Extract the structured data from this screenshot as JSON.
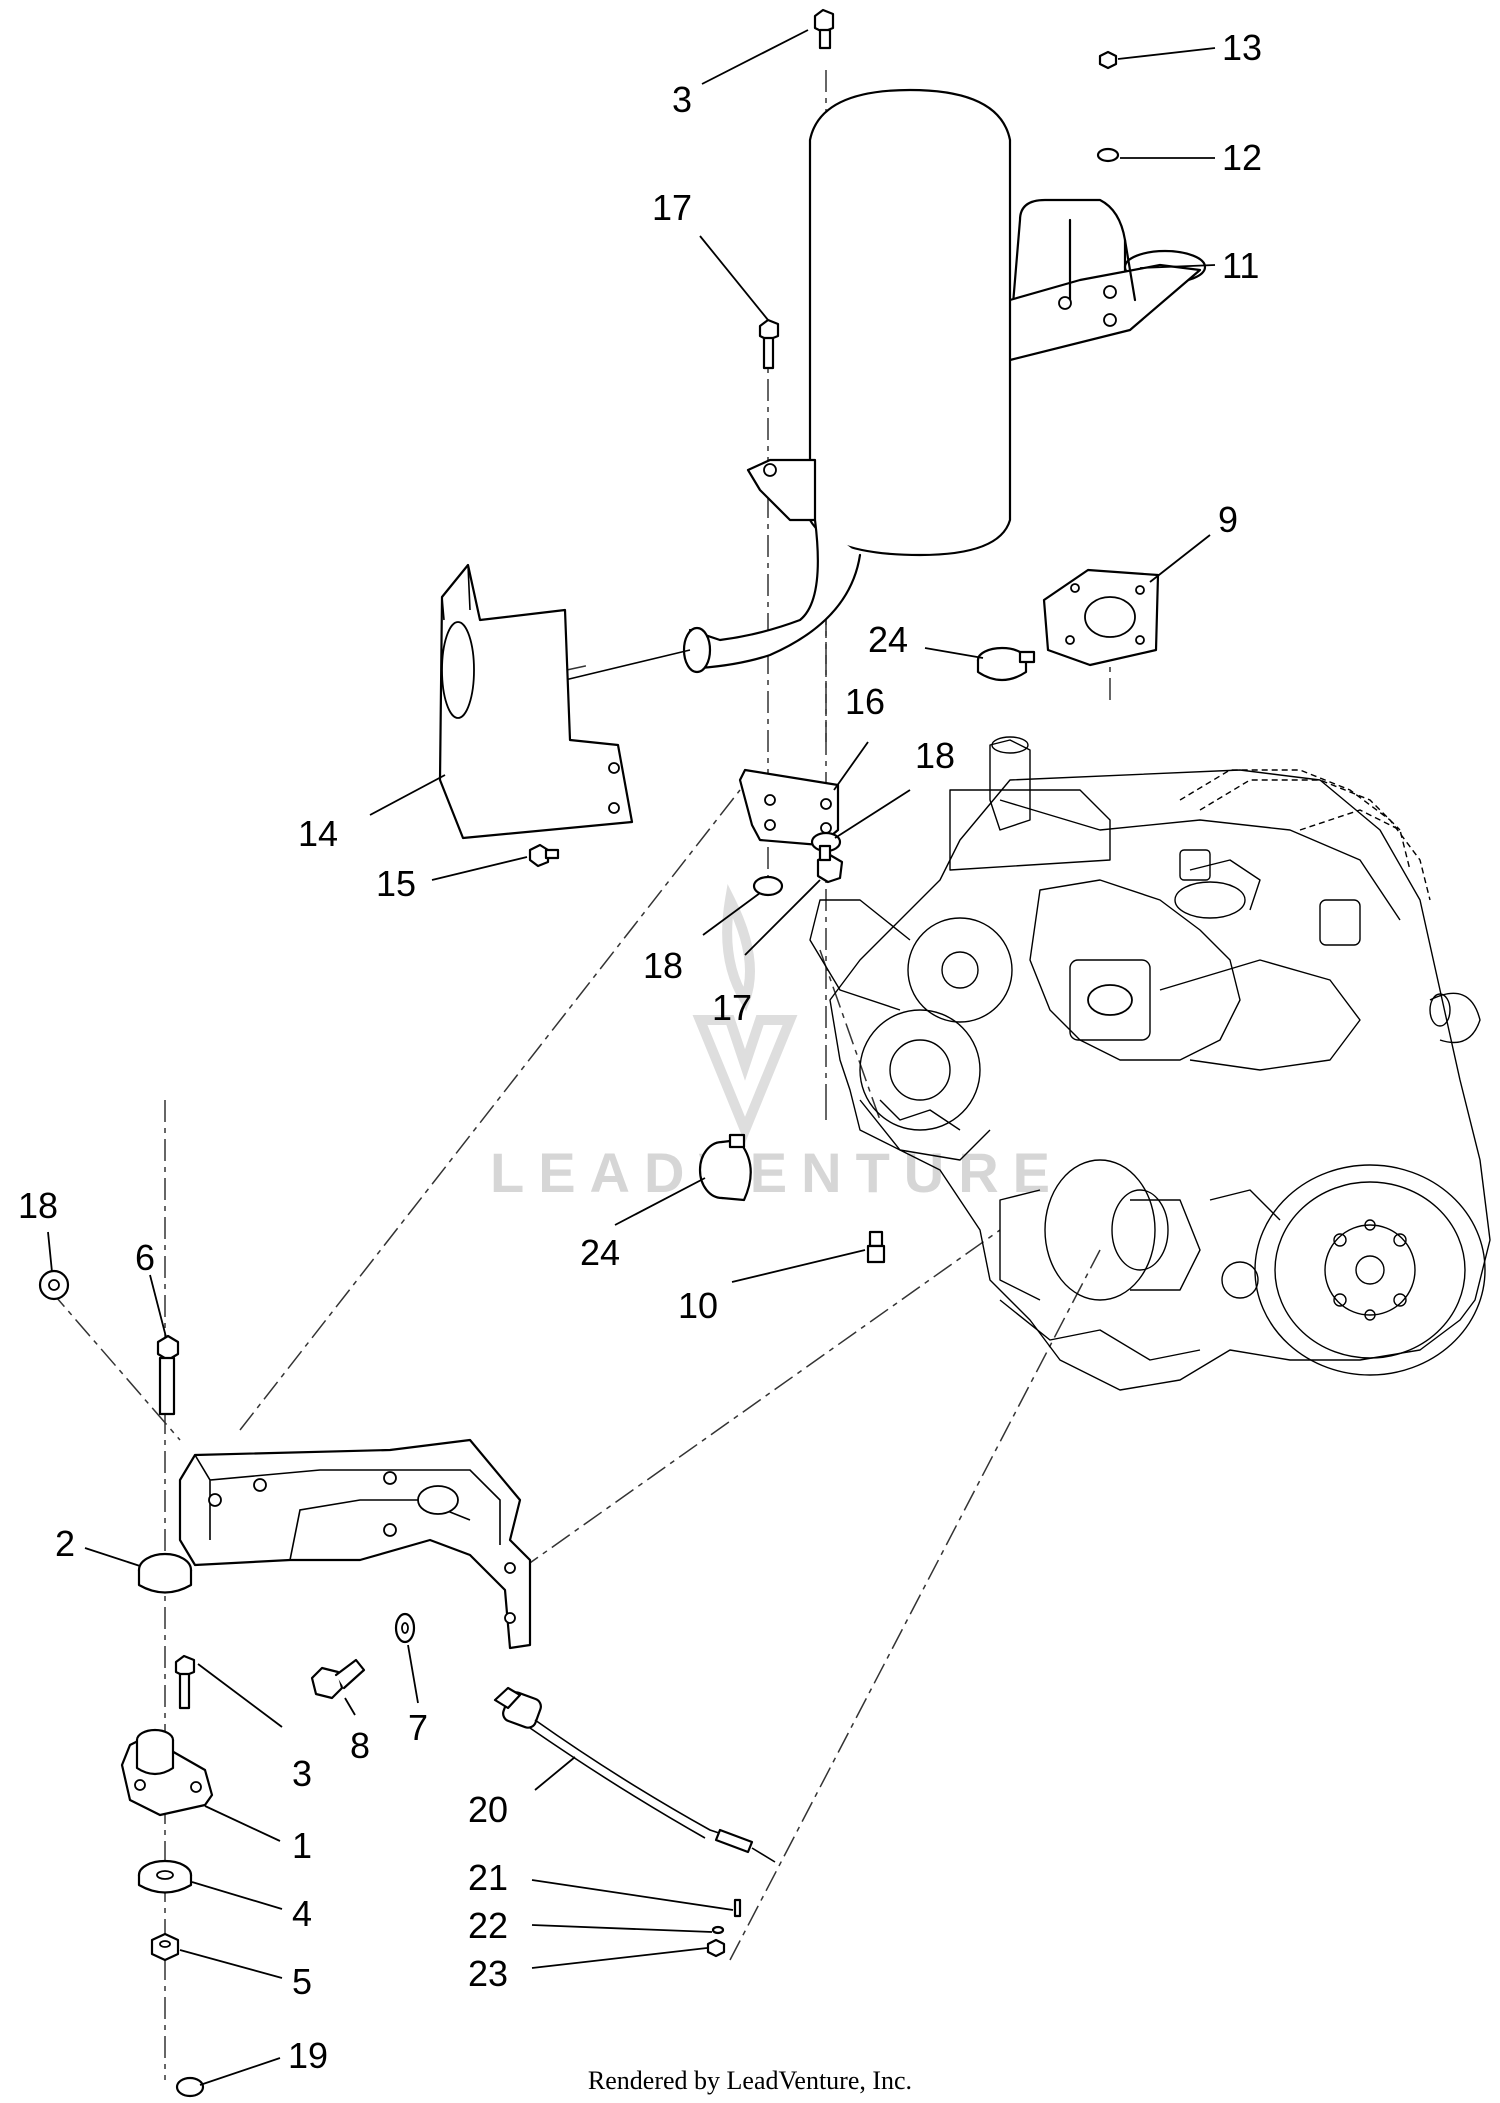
{
  "callouts": {
    "c1": "1",
    "c2": "2",
    "c3a": "3",
    "c3b": "3",
    "c4": "4",
    "c5": "5",
    "c6": "6",
    "c7": "7",
    "c8": "8",
    "c9": "9",
    "c10": "10",
    "c11": "11",
    "c12": "12",
    "c13": "13",
    "c14": "14",
    "c15": "15",
    "c16": "16",
    "c17a": "17",
    "c17b": "17",
    "c18a": "18",
    "c18b": "18",
    "c18c": "18",
    "c19": "19",
    "c20": "20",
    "c21": "21",
    "c22": "22",
    "c23": "23",
    "c24a": "24",
    "c24b": "24"
  },
  "watermark": {
    "text": "LEADVENTURE",
    "logo_icon": "leadventure-logo-icon"
  },
  "footer": {
    "text": "Rendered by LeadVenture, Inc."
  }
}
